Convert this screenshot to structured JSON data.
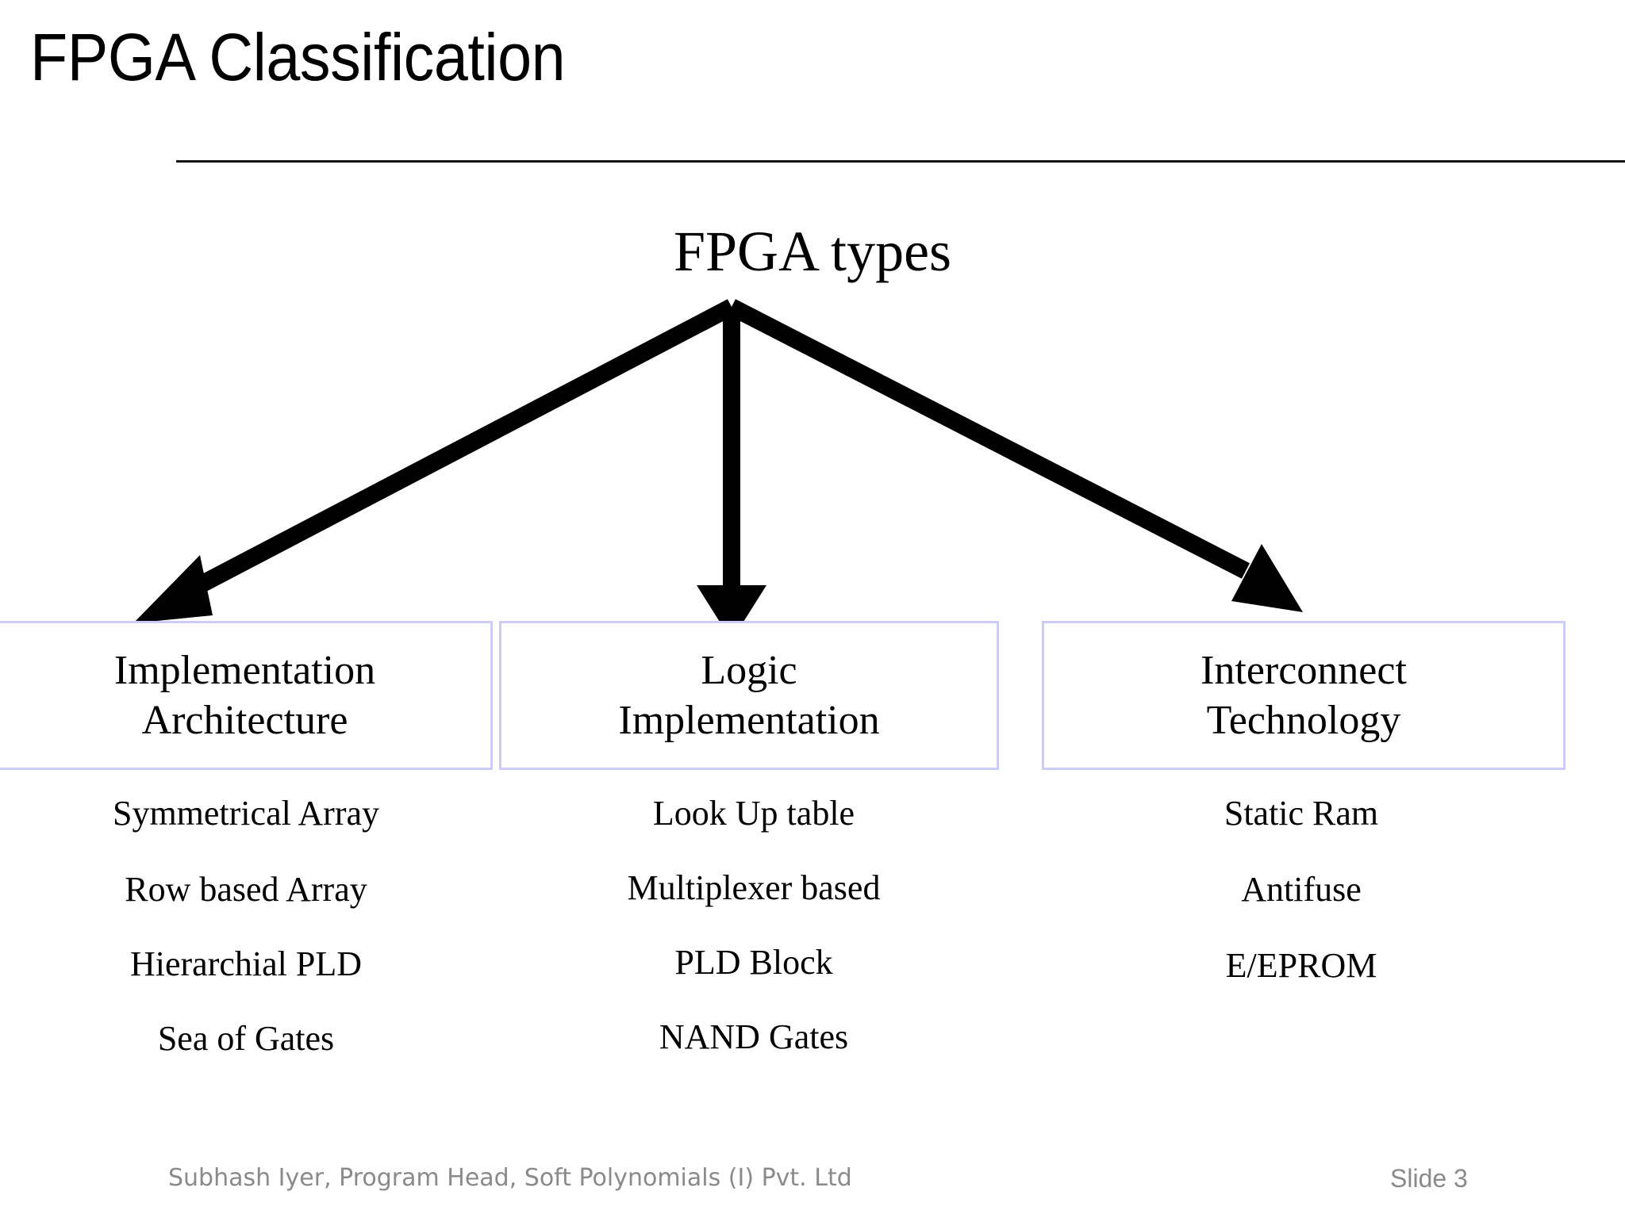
{
  "slide": {
    "title": "FPGA Classification",
    "root_label": "FPGA types"
  },
  "diagram": {
    "root": "FPGA types",
    "branches": [
      {
        "box_title_line1": "Implementation",
        "box_title_line2": "Architecture",
        "items": [
          "Symmetrical Array",
          "Row based Array",
          "Hierarchial PLD",
          "Sea of Gates"
        ]
      },
      {
        "box_title_line1": "Logic",
        "box_title_line2": "Implementation",
        "items": [
          "Look Up table",
          "Multiplexer based",
          "PLD Block",
          "NAND Gates"
        ]
      },
      {
        "box_title_line1": "Interconnect",
        "box_title_line2": "Technology",
        "items": [
          "Static Ram",
          "Antifuse",
          "E/EPROM"
        ]
      }
    ],
    "arrow_color": "#000000",
    "box_border_color": "#ccccf7"
  },
  "footer": {
    "credit": "Subhash Iyer, Program Head, Soft Polynomials (I) Pvt. Ltd",
    "slide_number": "Slide 3"
  }
}
